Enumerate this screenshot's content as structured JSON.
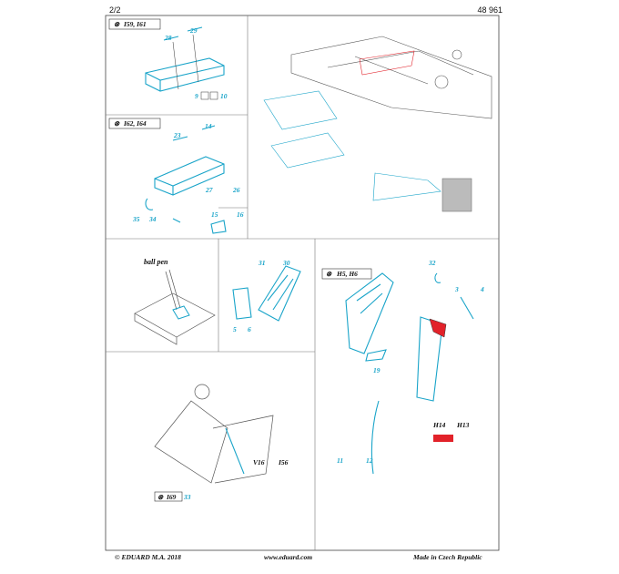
{
  "header": {
    "page": "2/2",
    "code": "48 961"
  },
  "footer": {
    "left": "© EDUARD  M.A. 2018",
    "center": "www.eduard.com",
    "right": "Made in Czech Republic"
  },
  "steps": {
    "s1": {
      "title": "I59, I61",
      "parts": [
        "28",
        "29"
      ],
      "sub": [
        "9",
        "10"
      ]
    },
    "s2": {
      "title": "I62, I64",
      "parts": [
        "23",
        "14",
        "27",
        "26",
        "35",
        "34",
        "15",
        "16"
      ]
    },
    "s3": {
      "note": "ball pen"
    },
    "s4": {
      "parts": [
        "31",
        "30",
        "5",
        "6"
      ]
    },
    "s5": {
      "title": "H5, H6",
      "parts": [
        "32",
        "3",
        "4",
        "19",
        "11",
        "12"
      ],
      "paint": [
        "H14",
        "H13"
      ]
    },
    "s6": {
      "title": "I69",
      "parts": [
        "33"
      ],
      "callout": [
        "V16",
        "I56"
      ]
    }
  },
  "colors": {
    "etch": "#19a4c9",
    "paint_red": "#e2222a",
    "line": "#333333"
  }
}
